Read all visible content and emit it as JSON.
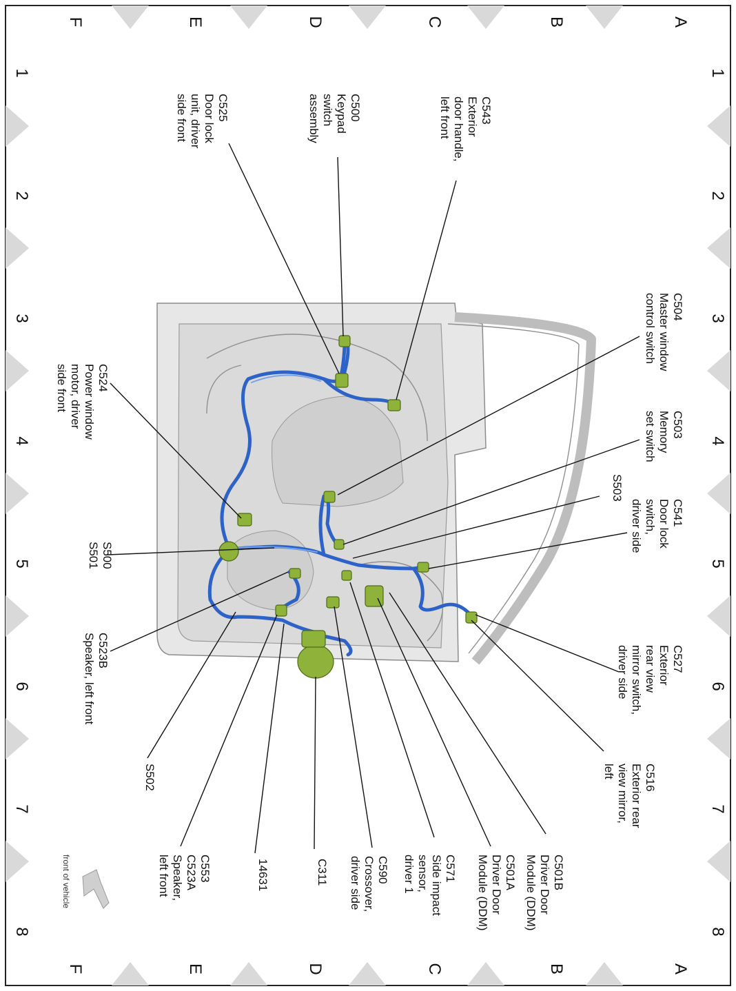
{
  "grid": {
    "letters": [
      "A",
      "B",
      "C",
      "D",
      "E",
      "F"
    ],
    "numbers": [
      "1",
      "2",
      "3",
      "4",
      "5",
      "6",
      "7",
      "8"
    ]
  },
  "callouts": {
    "c543": [
      "C543",
      "Exterior",
      "door handle,",
      "left front"
    ],
    "c500": [
      "C500",
      "Keypad",
      "switch",
      "assembly"
    ],
    "c525": [
      "C525",
      "Door lock",
      "unit, driver",
      "side front"
    ],
    "c504": [
      "C504",
      "Master window",
      "control switch"
    ],
    "c524": [
      "C524",
      "Power window",
      "motor, driver",
      "side front"
    ],
    "c503": [
      "C503",
      "Memory",
      "set switch"
    ],
    "s503": [
      "S503"
    ],
    "c541": [
      "C541",
      "Door lock",
      "switch,",
      "driver side"
    ],
    "s500": [
      "S500",
      "S501"
    ],
    "c527": [
      "C527",
      "Exterior",
      "rear view",
      "mirror switch,",
      "driver side"
    ],
    "c523b": [
      "C523B",
      "Speaker, left front"
    ],
    "c516": [
      "C516",
      "Exterior rear",
      "view mirror,",
      "left"
    ],
    "s502": [
      "S502"
    ],
    "c553": [
      "C553",
      "C523A",
      "Speaker,",
      "left front"
    ],
    "n14631": [
      "14631"
    ],
    "c311": [
      "C311"
    ],
    "c590": [
      "C590",
      "Crossover,",
      "driver side"
    ],
    "c571": [
      "C571",
      "Side impact",
      "sensor,",
      "driver 1"
    ],
    "c501a": [
      "C501A",
      "Driver Door",
      "Module (DDM)"
    ],
    "c501b": [
      "C501B",
      "Driver Door",
      "Module (DDM)"
    ]
  },
  "orientation": {
    "label": "front of vehicle"
  },
  "colors": {
    "harness": "#2d63c8",
    "connector": "#8fb23a",
    "door_panel": "#e7e7e7",
    "grid_marker": "#d9d9d9"
  }
}
